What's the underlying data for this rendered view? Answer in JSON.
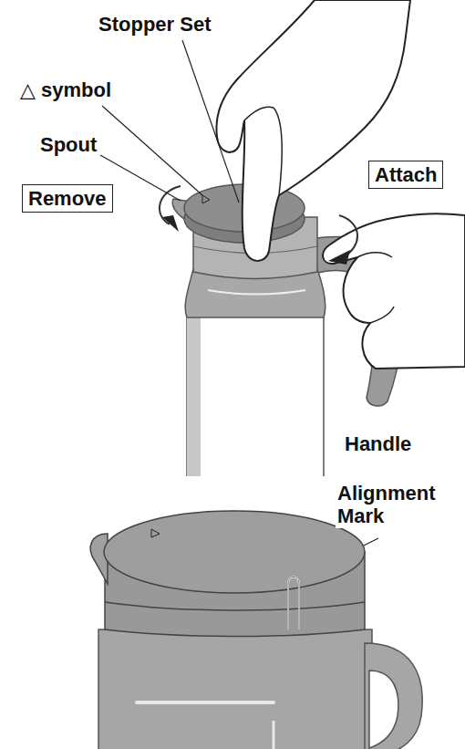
{
  "diagram": {
    "nodes": [
      {
        "text": [
          "Remove"
        ]
      },
      {
        "text": [
          "Attach"
        ]
      }
    ],
    "labels": [
      "Stopper Set",
      "△ symbol",
      "Spout",
      "Handle",
      "Alignment Mark"
    ]
  }
}
